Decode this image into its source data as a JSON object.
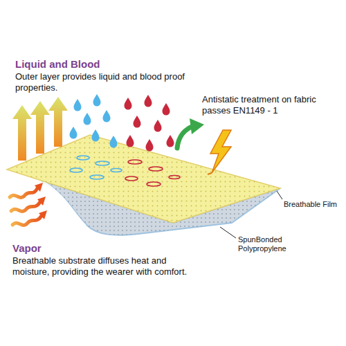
{
  "diagram": {
    "labels": [
      "Liquid and Blood",
      "Outer layer provides liquid and blood proof properties.",
      "Antistatic treatment on fabric passes EN1149 - 1",
      "Vapor",
      "Breathable substrate diffuses heat and moisture, providing the wearer with comfort.",
      "Breathable Film",
      "SpunBonded Polypropylene"
    ]
  }
}
